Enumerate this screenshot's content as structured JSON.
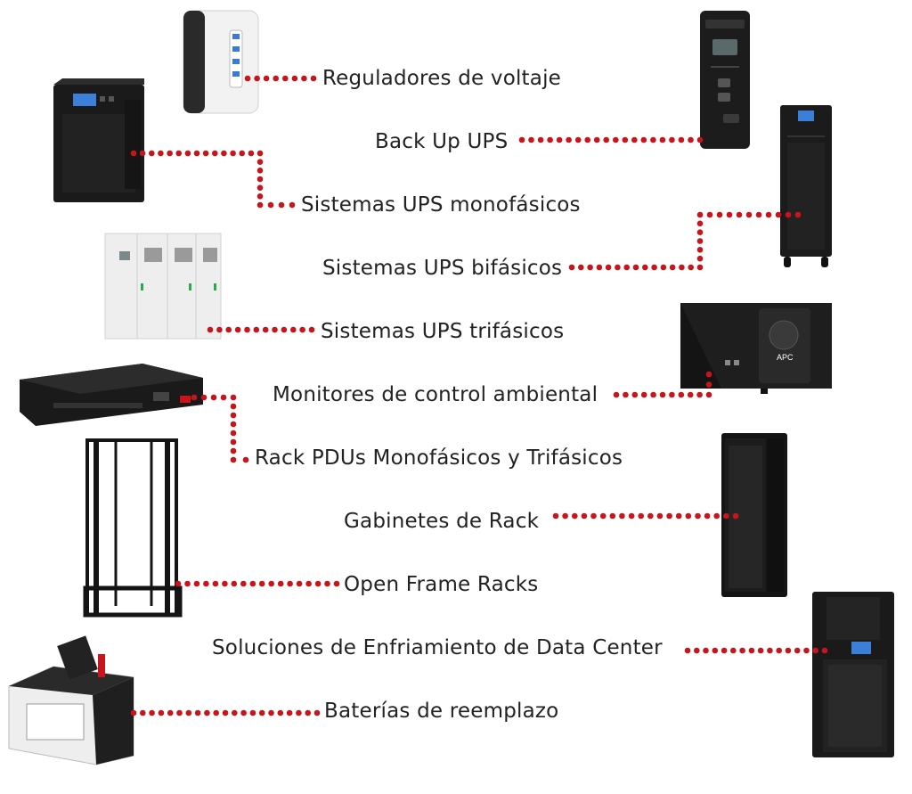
{
  "colors": {
    "connector": "#c8151b",
    "device_dark": "#1c1c1c",
    "device_light": "#efefef"
  },
  "labels": {
    "reguladores": "Reguladores de voltaje",
    "backup_ups": "Back Up UPS",
    "ups_monofasicos": "Sistemas UPS monofásicos",
    "ups_bifasicos": "Sistemas UPS bifásicos",
    "ups_trifasicos": "Sistemas UPS trifásicos",
    "monitores": "Monitores de control ambiental",
    "rack_pdus": "Rack PDUs Monofásicos y Trifásicos",
    "gabinetes": "Gabinetes de Rack",
    "open_frame": "Open Frame Racks",
    "enfriamiento": "Soluciones de Enfriamiento de Data Center",
    "baterias": "Baterías de reemplazo"
  },
  "devices": {
    "reguladores": "voltage-regulator",
    "backup_ups": "tower-ups-small",
    "ups_monofasicos": "tower-ups",
    "ups_bifasicos": "tall-ups-cabinet",
    "ups_trifasicos": "modular-ups-system",
    "monitores": "environmental-monitor",
    "rack_pdus": "rack-pdu",
    "gabinetes": "rack-cabinet",
    "open_frame": "open-frame-rack",
    "enfriamiento": "cooling-unit",
    "baterias": "replacement-battery"
  },
  "brand_text": {
    "monitor_logo": "APC"
  }
}
